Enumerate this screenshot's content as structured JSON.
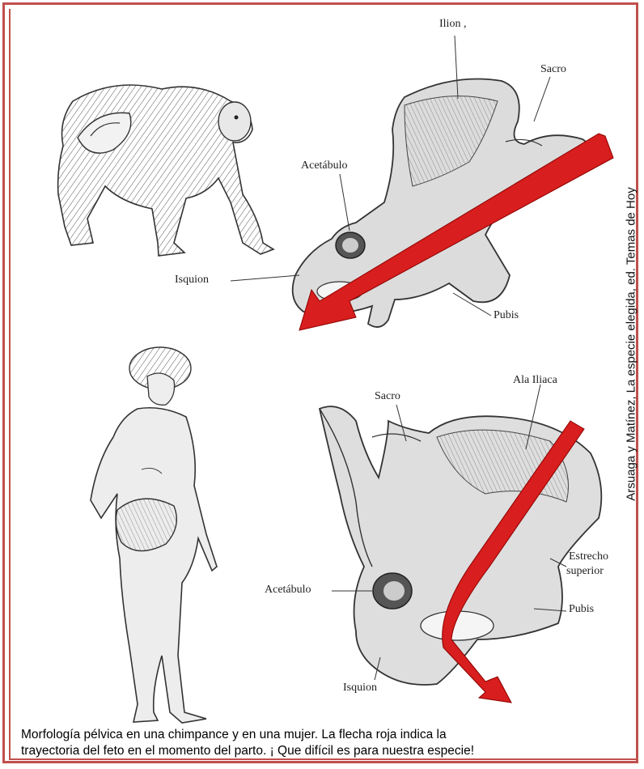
{
  "labels": {
    "ilion": "Ilion ,",
    "sacro_top": "Sacro",
    "acetabulo_top": "Acetábulo",
    "isquion_top": "Isquion",
    "pubis_top": "Pubis",
    "sacro_bottom": "Sacro",
    "ala_iliaca": "Ala Iliaca",
    "estrecho": "Estrecho",
    "superior": "superior",
    "acetabulo_bottom": "Acetábulo",
    "pubis_bottom": "Pubis",
    "isquion_bottom": "Isquion"
  },
  "credit": "Arsuaga y Matínez, La especie elegida, ed.  Temas de Hoy",
  "caption": {
    "line1": "Morfología pélvica en una chimpance y en una mujer. La flecha roja indica la",
    "line2": "trayectoria del feto en el momento del parto. ¡ Que difícil es para nuestra especie!"
  },
  "colors": {
    "frame": "#c0504d",
    "arrow": "#d81e1e",
    "bone": "#d9d9d9"
  }
}
